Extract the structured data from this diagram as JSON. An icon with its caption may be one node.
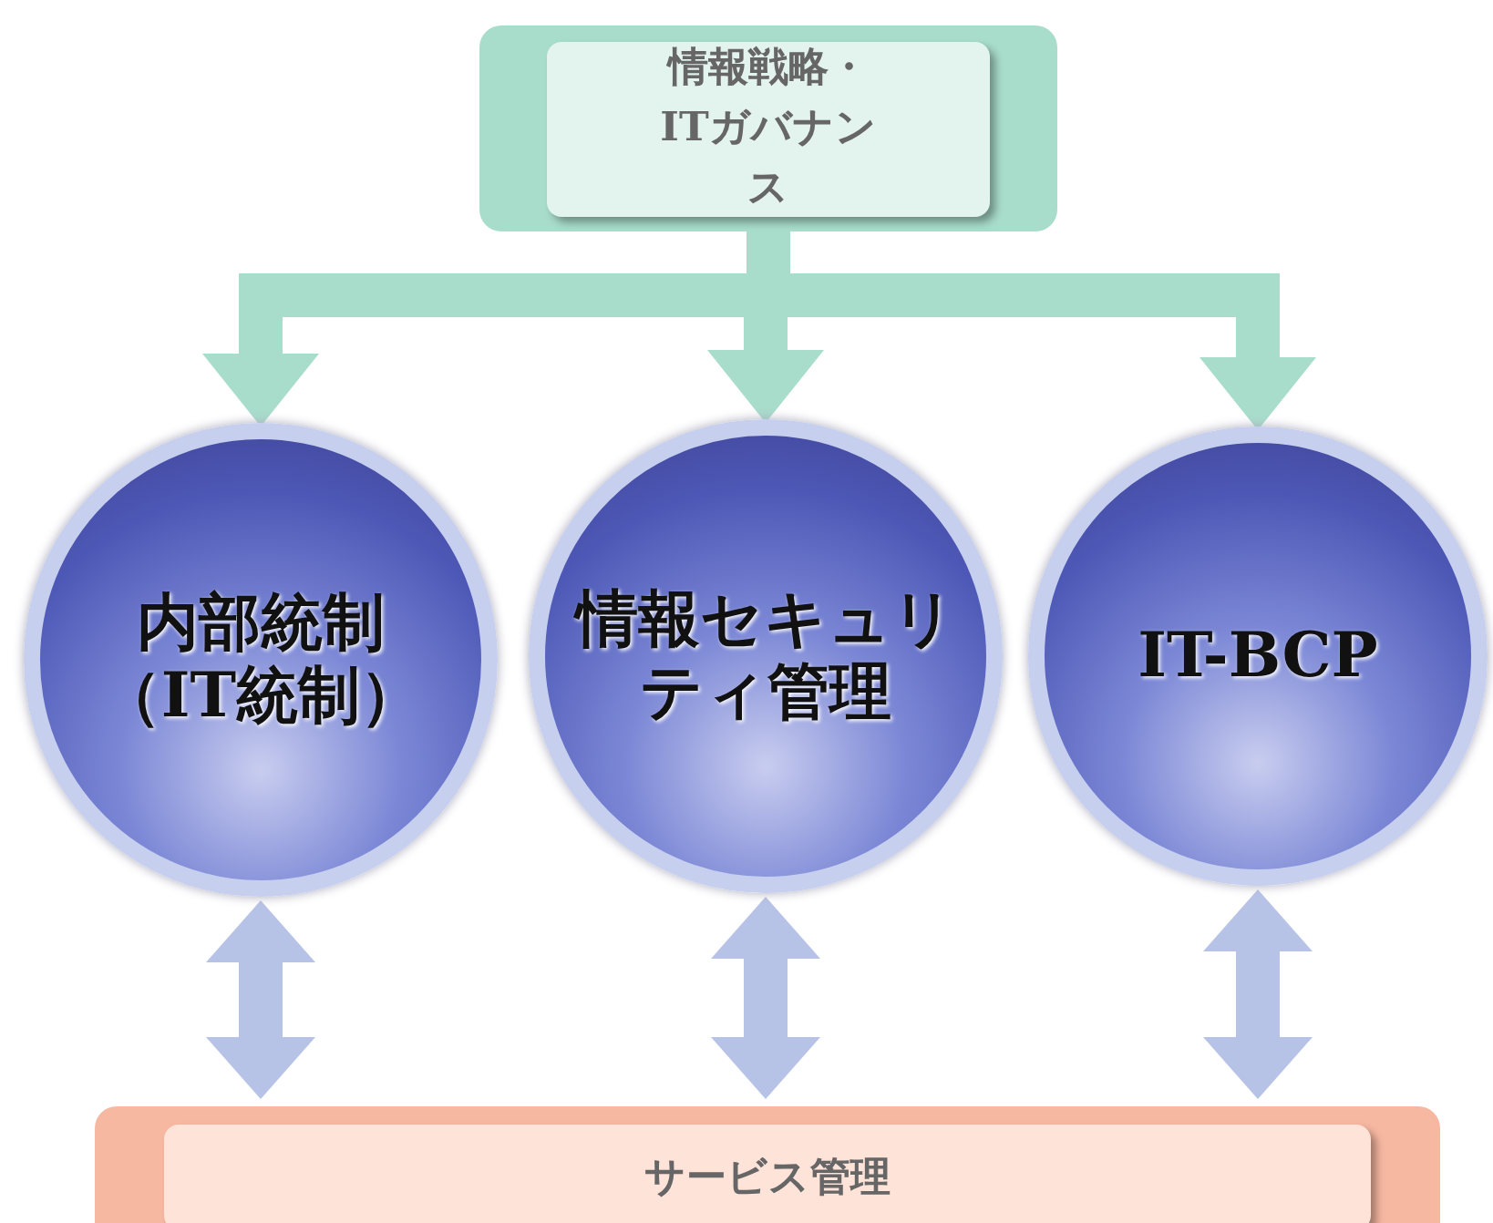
{
  "diagram": {
    "nodes": [
      {
        "text": [
          "情報戦略・ITガバナンス"
        ]
      },
      {
        "text": [
          "内部統制（IT統制）"
        ]
      },
      {
        "text": [
          "情報セキュリティ管理"
        ]
      },
      {
        "text": [
          "IT-BCP"
        ]
      },
      {
        "text": [
          "サービス管理"
        ]
      }
    ],
    "edges": [
      {
        "from": 0,
        "to": 1,
        "arrow": "to"
      },
      {
        "from": 0,
        "to": 2,
        "arrow": "to"
      },
      {
        "from": 0,
        "to": 3,
        "arrow": "to"
      },
      {
        "from": 1,
        "to": 4,
        "arrow": "both"
      },
      {
        "from": 2,
        "to": 4,
        "arrow": "both"
      },
      {
        "from": 3,
        "to": 4,
        "arrow": "both"
      }
    ]
  }
}
